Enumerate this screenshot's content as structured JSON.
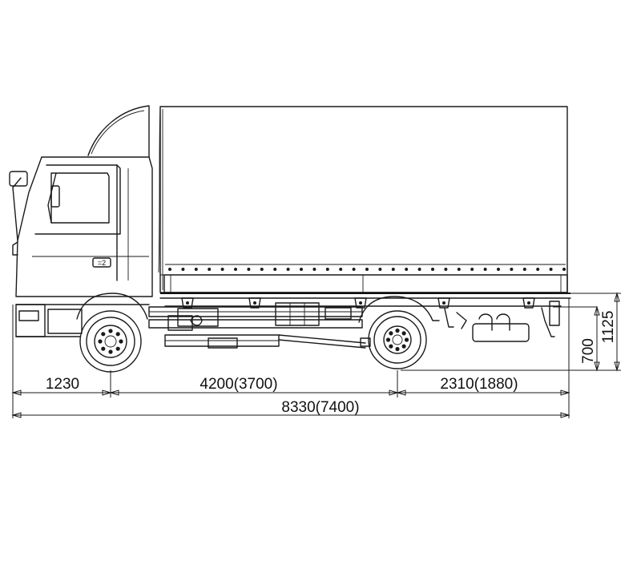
{
  "dimensions": {
    "front_overhang": "1230",
    "wheelbase": "4200(3700)",
    "rear_overhang": "2310(1880)",
    "overall_length": "8330(7400)",
    "frame_height": "700",
    "platform_height": "1125"
  },
  "model_badge": "=2"
}
